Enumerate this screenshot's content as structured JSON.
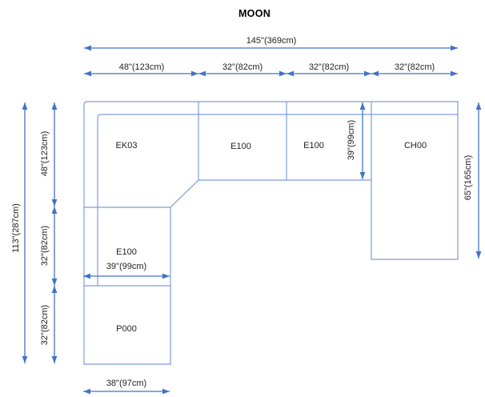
{
  "title": "MOON",
  "colors": {
    "dimension_line": "#4472C4",
    "module_outline": "#7F9CD9",
    "label_text": "#222222"
  },
  "modules": {
    "corner": "EK03",
    "top_seat_1": "E100",
    "top_seat_2": "E100",
    "chaise": "CH00",
    "left_seat": "E100",
    "pouf": "P000"
  },
  "dimensions": {
    "total_width": "145\"(369cm)",
    "top_segments": [
      "48\"(123cm)",
      "32\"(82cm)",
      "32\"(82cm)",
      "32\"(82cm)"
    ],
    "total_height": "113\"(287cm)",
    "left_segments": [
      "48\"(123cm)",
      "32\"(82cm)",
      "32\"(82cm)"
    ],
    "seat_depth": "39\"(99cm)",
    "right_height": "65\"(165cm)",
    "left_seat_width": "39\"(99cm)",
    "bottom_width": "38\"(97cm)"
  }
}
